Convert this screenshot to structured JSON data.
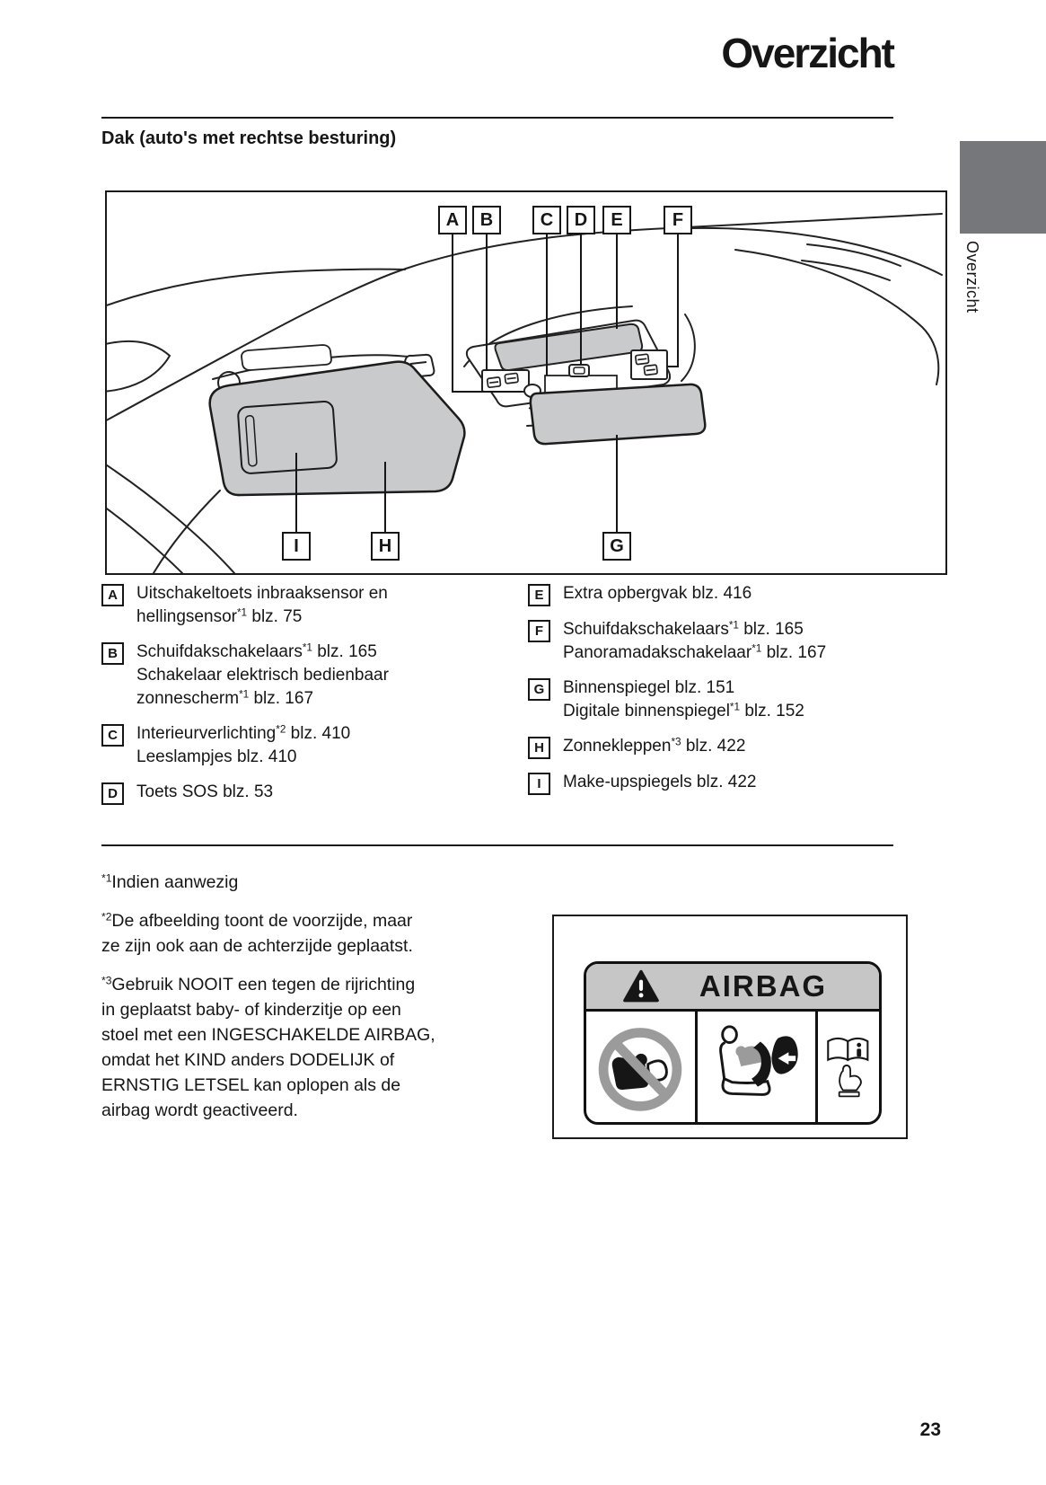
{
  "page": {
    "title": "Overzicht",
    "section_heading": "Dak (auto's met rechtse besturing)",
    "side_tab_label": "Overzicht",
    "page_number": "23"
  },
  "diagram": {
    "top_callouts": [
      "A",
      "B",
      "C",
      "D",
      "E",
      "F"
    ],
    "bottom_callouts": [
      "I",
      "H",
      "G"
    ]
  },
  "legend": {
    "columns": [
      {
        "items": [
          {
            "key": "A",
            "lines": [
              "Uitschakeltoets inbraaksensor en",
              "hellingsensor^*1^ blz. 75"
            ]
          },
          {
            "key": "B",
            "lines": [
              "Schuifdakschakelaars^*1^ blz. 165",
              "Schakelaar elektrisch bedienbaar",
              "zonnescherm^*1^ blz. 167"
            ]
          },
          {
            "key": "C",
            "lines": [
              "Interieurverlichting^*2^ blz. 410",
              "Leeslampjes blz. 410"
            ]
          },
          {
            "key": "D",
            "lines": [
              "Toets SOS blz. 53"
            ]
          }
        ]
      },
      {
        "items": [
          {
            "key": "E",
            "lines": [
              "Extra opbergvak blz. 416"
            ]
          },
          {
            "key": "F",
            "lines": [
              "Schuifdakschakelaars^*1^ blz. 165",
              "Panoramadakschakelaar^*1^ blz. 167"
            ]
          },
          {
            "key": "G",
            "lines": [
              "Binnenspiegel blz. 151",
              "Digitale binnenspiegel^*1^ blz. 152"
            ]
          },
          {
            "key": "H",
            "lines": [
              "Zonnekleppen^*3^ blz. 422"
            ]
          },
          {
            "key": "I",
            "lines": [
              "Make-upspiegels blz. 422"
            ]
          }
        ]
      }
    ]
  },
  "footnotes": [
    {
      "marker": "*1",
      "lines": [
        "Indien aanwezig"
      ]
    },
    {
      "marker": "*2",
      "lines": [
        "De afbeelding toont de voorzijde, maar",
        "ze zijn ook aan de achterzijde geplaatst."
      ]
    },
    {
      "marker": "*3",
      "lines": [
        "Gebruik NOOIT een tegen de rijrichting",
        "in geplaatst baby- of kinderzitje op een",
        "stoel met een INGESCHAKELDE AIRBAG,",
        "omdat het KIND anders DODELIJK of",
        "ERNSTIG LETSEL kan oplopen als de",
        "airbag wordt geactiveerd."
      ]
    }
  ],
  "airbag_figure": {
    "title": "AIRBAG",
    "icons": [
      "warning-triangle-icon",
      "no-rear-facing-child-seat-icon",
      "airbag-deployment-icon",
      "read-manual-icon"
    ]
  },
  "colors": {
    "ink": "#161616",
    "diagram_gray": "#c9cacb",
    "tab_gray": "#75777a",
    "label_bar_gray": "#c6c6c6",
    "prohibition_gray": "#9b9b9b"
  }
}
